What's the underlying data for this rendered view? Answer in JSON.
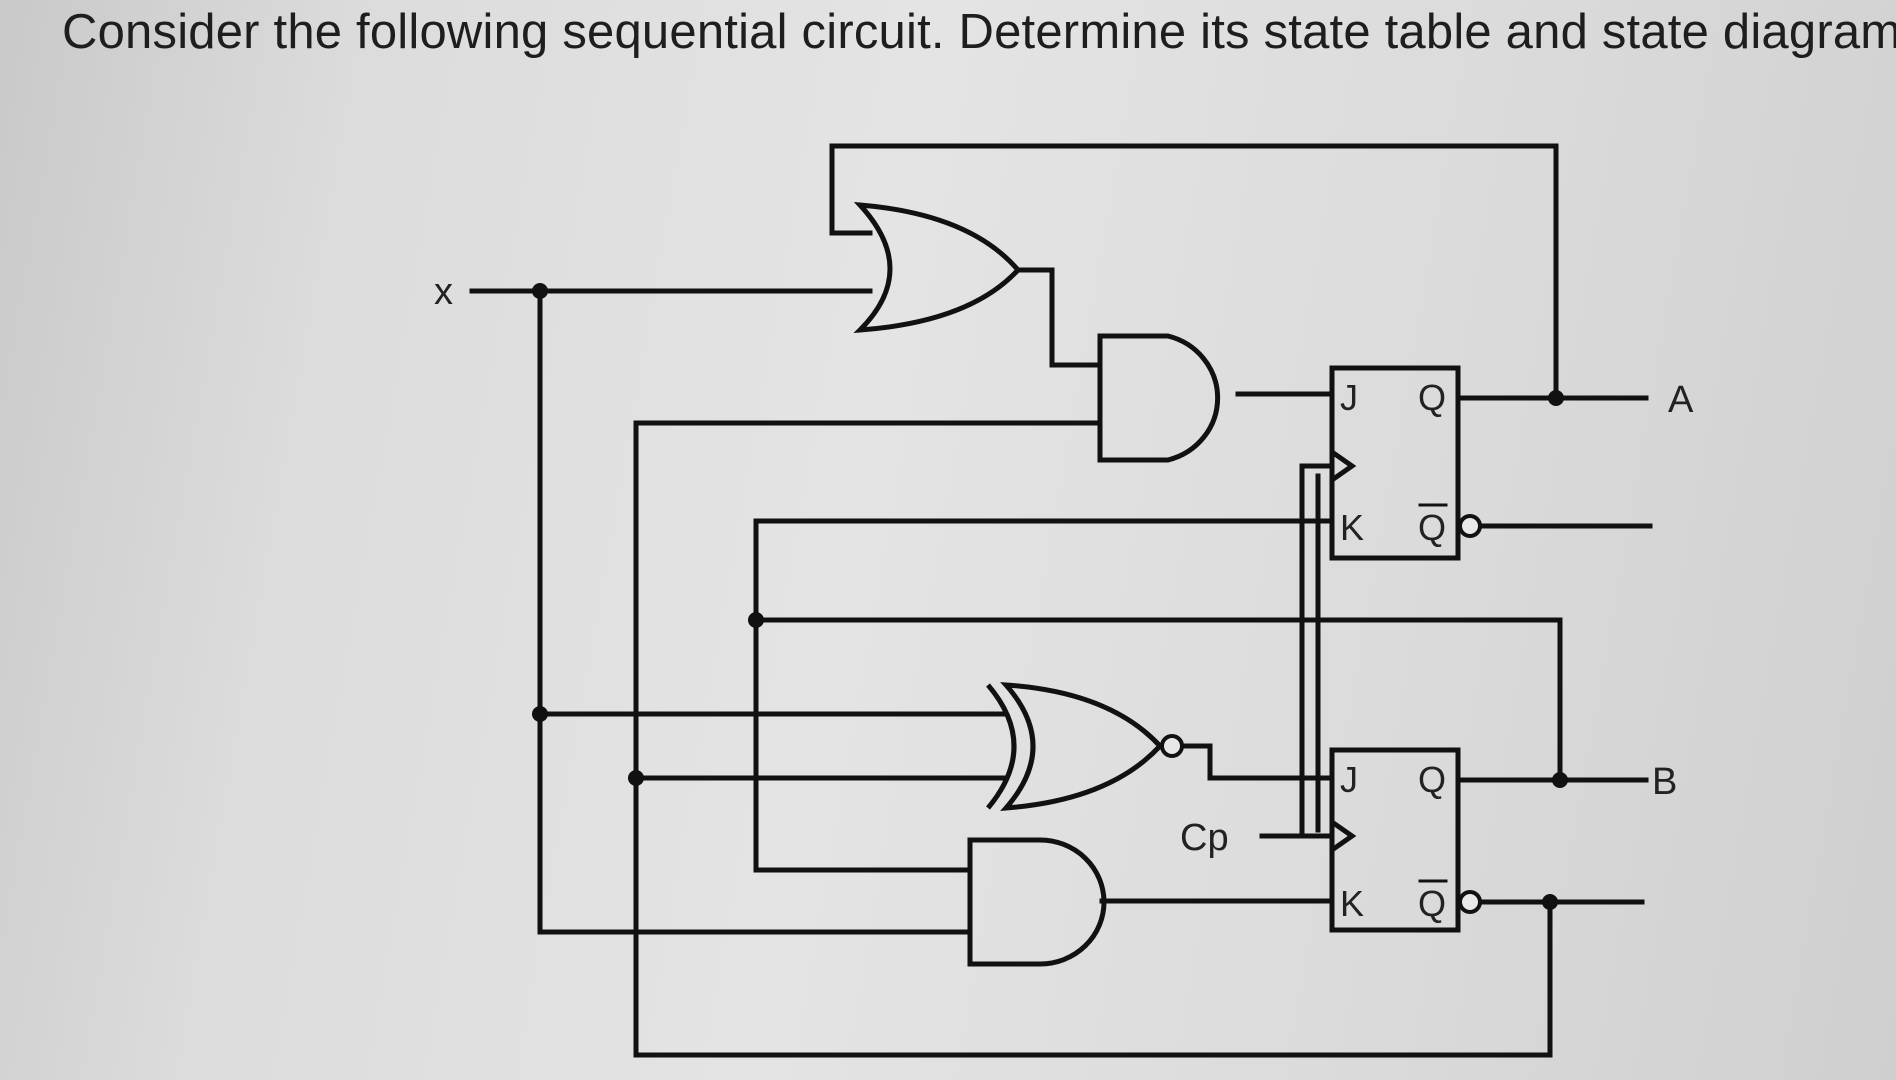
{
  "question": "Consider the following sequential circuit. Determine its state table and state diagram.",
  "signals": {
    "input_x": "x",
    "clock": "Cp",
    "output_a": "A",
    "output_b": "B"
  },
  "flipflop_a": {
    "pin_j": "J",
    "pin_k": "K",
    "pin_q": "Q",
    "pin_qbar": "Q"
  },
  "flipflop_b": {
    "pin_j": "J",
    "pin_k": "K",
    "pin_q": "Q",
    "pin_qbar": "Q"
  }
}
